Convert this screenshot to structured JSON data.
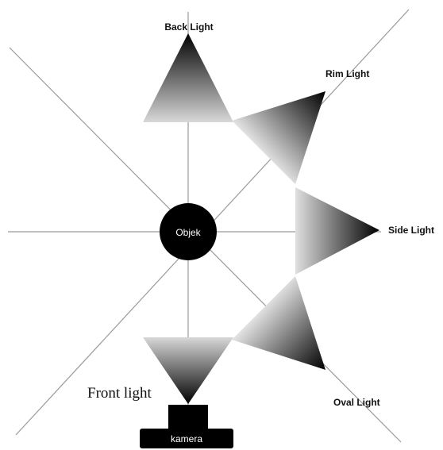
{
  "object_label": "Objek",
  "camera_label": "kamera",
  "lights": {
    "back": "Back Light",
    "rim": "Rim Light",
    "side": "Side Light",
    "oval": "Oval Light",
    "front": "Front light"
  }
}
